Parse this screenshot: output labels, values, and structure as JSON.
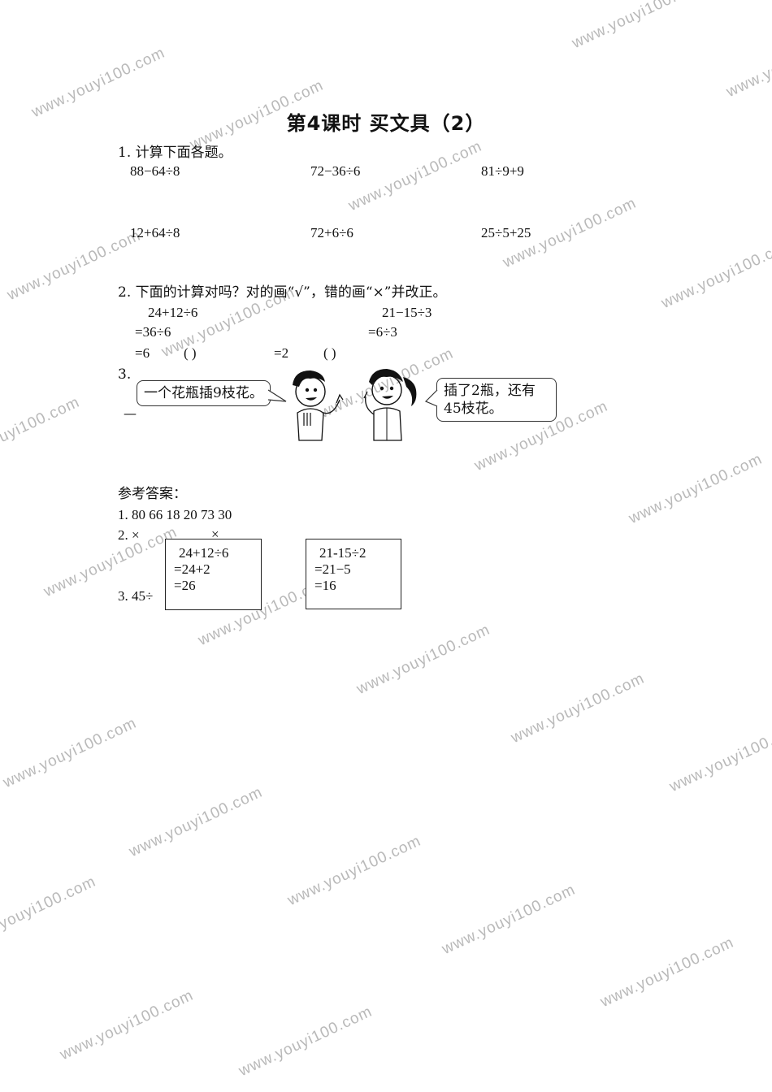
{
  "title": "第4课时  买文具（2）",
  "q1": {
    "label": "1. 计算下面各题。",
    "row1": [
      "88−64÷8",
      "72−36÷6",
      "81÷9+9"
    ],
    "row2": [
      "12+64÷8",
      "72+6÷6",
      "25÷5+25"
    ]
  },
  "q2": {
    "label": "2. 下面的计算对吗？对的画“√”，错的画“×”并改正。",
    "left": {
      "line1": "24+12÷6",
      "line2": "=36÷6",
      "line3": "=6",
      "paren": "(        )"
    },
    "right": {
      "line1": "21−15÷3",
      "line2": "=6÷3",
      "line3": "=2",
      "paren": "(        )"
    }
  },
  "q3": {
    "label": "3.",
    "boy_bubble": "一个花瓶插9枝花。",
    "girl_bubble_line1": "插了2瓶，还有",
    "girl_bubble_line2": "45枝花。",
    "blank": "—"
  },
  "answers": {
    "label": "参考答案：",
    "a1": "1.  80  66  18  20  73  30",
    "a2_prefix": "2. ×",
    "a2_mark": "×",
    "a3": "3.  45÷",
    "box_left": {
      "line1": "24+12÷6",
      "line2": "=24+2",
      "line3": "=26"
    },
    "box_right": {
      "line1": "21-15÷2",
      "line2": "=21−5",
      "line3": "=16"
    }
  },
  "watermark": {
    "text": "www.youyi100.com",
    "color": "#b9b9b9"
  }
}
